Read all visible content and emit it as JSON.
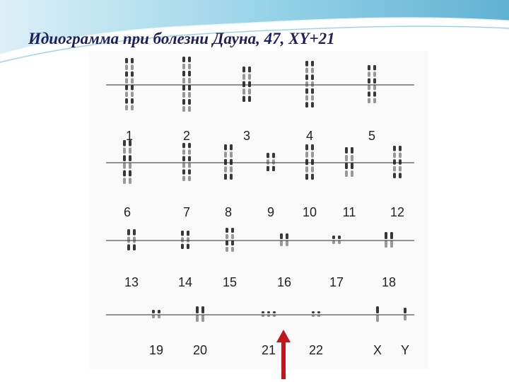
{
  "slide": {
    "title": "Идиограмма при болезни Дауна, 47, XY+21"
  },
  "karyotype": {
    "rows": [
      {
        "labels": [
          "1",
          "2",
          "3",
          "4",
          "5"
        ]
      },
      {
        "labels": [
          "6",
          "7",
          "8",
          "9",
          "10",
          "11",
          "12"
        ]
      },
      {
        "labels": [
          "13",
          "14",
          "15",
          "16",
          "17",
          "18"
        ]
      },
      {
        "labels": [
          "19",
          "20",
          "21",
          "22",
          "X",
          "Y"
        ]
      }
    ],
    "highlighted_pair": "21"
  },
  "colors": {
    "title": "#1f1f5c",
    "header_wave": "#5fb6d6",
    "arrow": "#c0161c",
    "chromosome": "#222222"
  }
}
